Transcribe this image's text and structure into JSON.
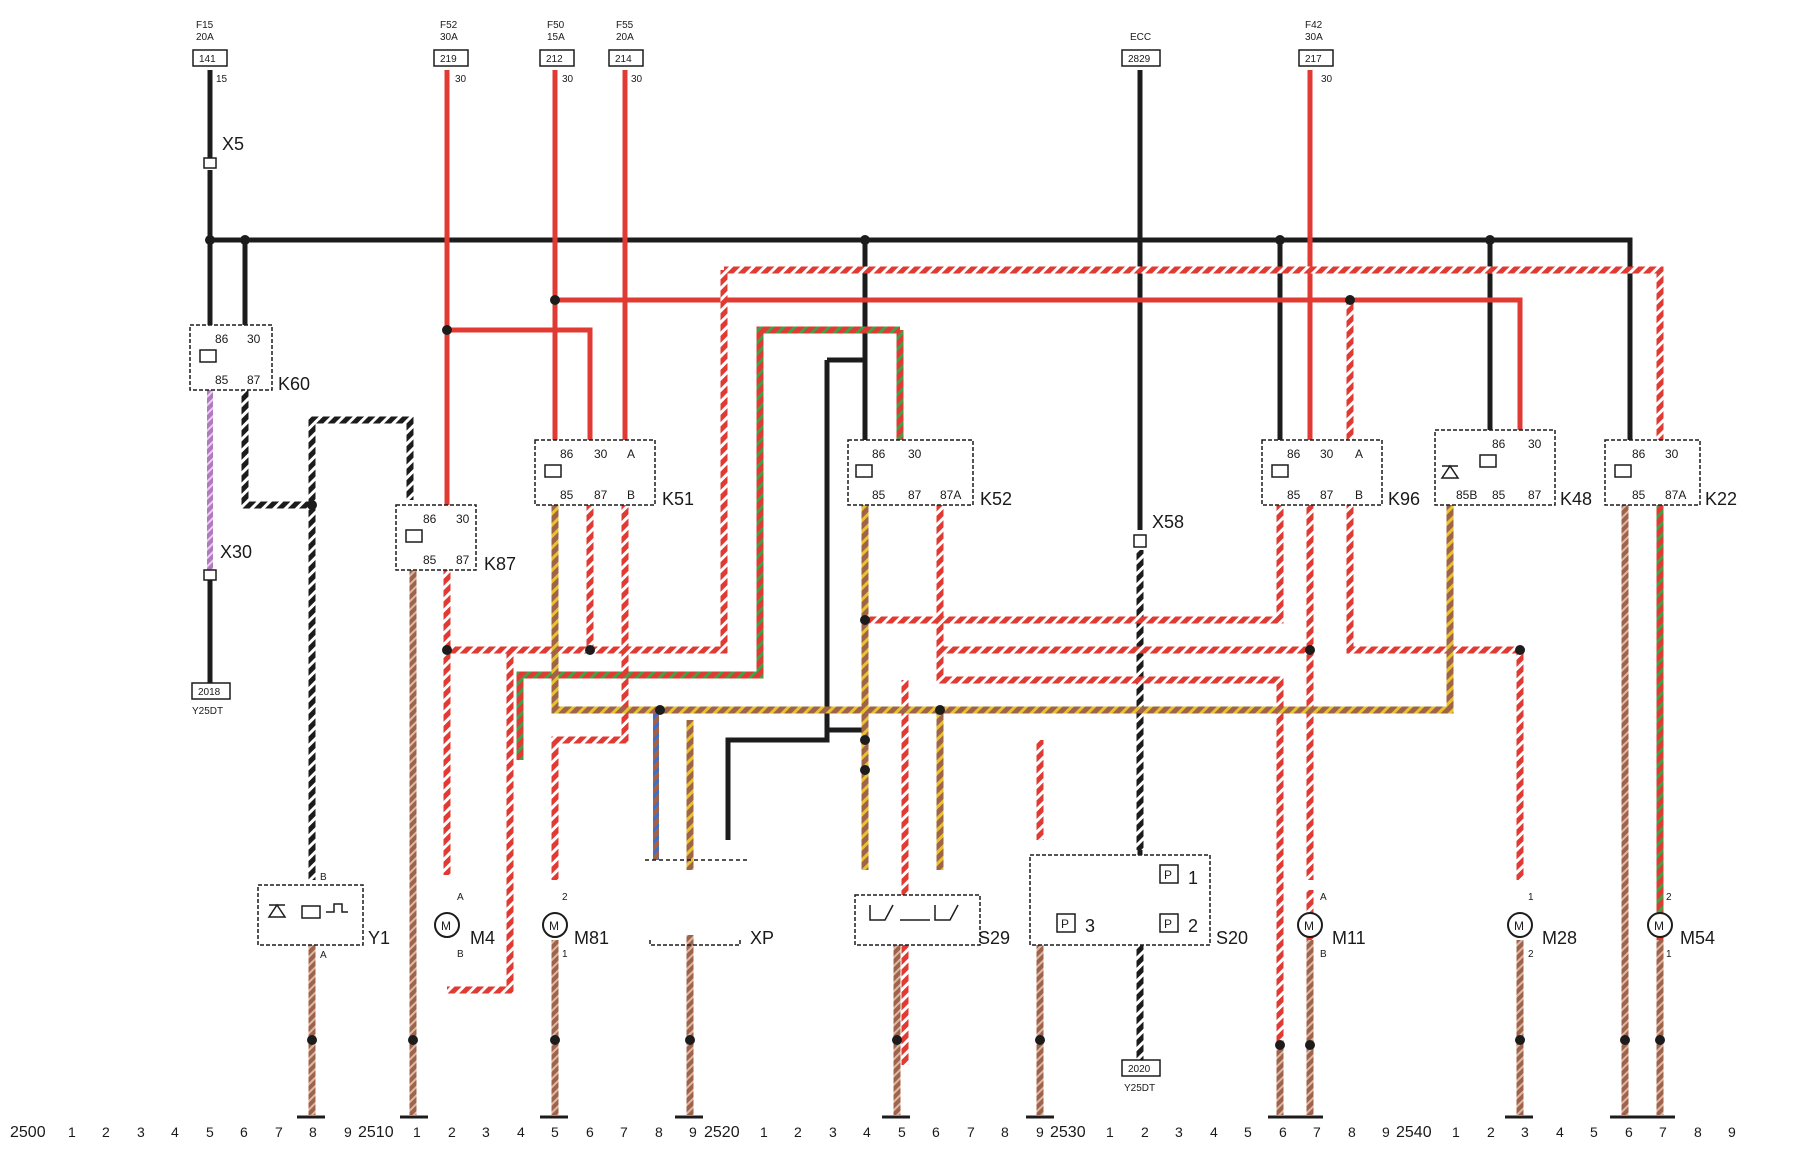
{
  "wire_colors": {
    "black": "#1c1c1c",
    "red": "#e03a33",
    "brown": "#a0634a",
    "white": "#ffffff",
    "yellow": "#e6c430",
    "green": "#3fa14a",
    "blue": "#3a6fd0",
    "violet": "#b278c0"
  },
  "fuses": [
    {
      "id": "F15",
      "name": "F15",
      "rating": "20A",
      "terminal": "141",
      "pin": "15"
    },
    {
      "id": "F52",
      "name": "F52",
      "rating": "30A",
      "terminal": "219",
      "pin": "30"
    },
    {
      "id": "F50",
      "name": "F50",
      "rating": "15A",
      "terminal": "212",
      "pin": "30"
    },
    {
      "id": "F55",
      "name": "F55",
      "rating": "20A",
      "terminal": "214",
      "pin": "30"
    },
    {
      "id": "ECC",
      "name": "ECC",
      "rating": "",
      "terminal": "2829",
      "pin": ""
    },
    {
      "id": "F42",
      "name": "F42",
      "rating": "30A",
      "terminal": "217",
      "pin": "30"
    }
  ],
  "ground_refs": [
    {
      "terminal": "2018",
      "label": "Y25DT"
    },
    {
      "terminal": "2020",
      "label": "Y25DT"
    }
  ],
  "connectors": {
    "X5": "X5",
    "X30": "X30",
    "X58": "X58",
    "XP": "XP"
  },
  "relays": [
    {
      "id": "K60",
      "name": "K60",
      "pins": [
        "86",
        "30",
        "85",
        "87"
      ]
    },
    {
      "id": "K87",
      "name": "K87",
      "pins": [
        "86",
        "30",
        "85",
        "87"
      ]
    },
    {
      "id": "K51",
      "name": "K51",
      "pins": [
        "86",
        "30",
        "A",
        "85",
        "87",
        "B"
      ]
    },
    {
      "id": "K52",
      "name": "K52",
      "pins": [
        "86",
        "30",
        "85",
        "87",
        "87A"
      ]
    },
    {
      "id": "K96",
      "name": "K96",
      "pins": [
        "86",
        "30",
        "A",
        "85",
        "87",
        "B"
      ]
    },
    {
      "id": "K48",
      "name": "K48",
      "pins": [
        "86",
        "30",
        "85B",
        "85",
        "87"
      ]
    },
    {
      "id": "K22",
      "name": "K22",
      "pins": [
        "86",
        "30",
        "85",
        "87A"
      ]
    }
  ],
  "motors": [
    {
      "id": "M4",
      "name": "M4",
      "symbol": "M",
      "top_pin": "A",
      "bottom_pin": "B"
    },
    {
      "id": "M81",
      "name": "M81",
      "symbol": "M",
      "top_pin": "2",
      "bottom_pin": "1"
    },
    {
      "id": "M11",
      "name": "M11",
      "symbol": "M",
      "top_pin": "A",
      "bottom_pin": "B"
    },
    {
      "id": "M28",
      "name": "M28",
      "symbol": "M",
      "top_pin": "1",
      "bottom_pin": "2"
    },
    {
      "id": "M54",
      "name": "M54",
      "symbol": "M",
      "top_pin": "2",
      "bottom_pin": "1"
    }
  ],
  "components": {
    "Y1": {
      "name": "Y1",
      "top_pin": "B",
      "bottom_pin": "A"
    },
    "S29": {
      "name": "S29"
    },
    "S20": {
      "name": "S20",
      "p_labels": [
        "P",
        "1",
        "P",
        "2",
        "P",
        "3"
      ]
    }
  },
  "ruler": {
    "sections": [
      "2500",
      "2510",
      "2520",
      "2530",
      "2540"
    ],
    "digits": [
      "1",
      "2",
      "3",
      "4",
      "5",
      "6",
      "7",
      "8",
      "9"
    ]
  }
}
